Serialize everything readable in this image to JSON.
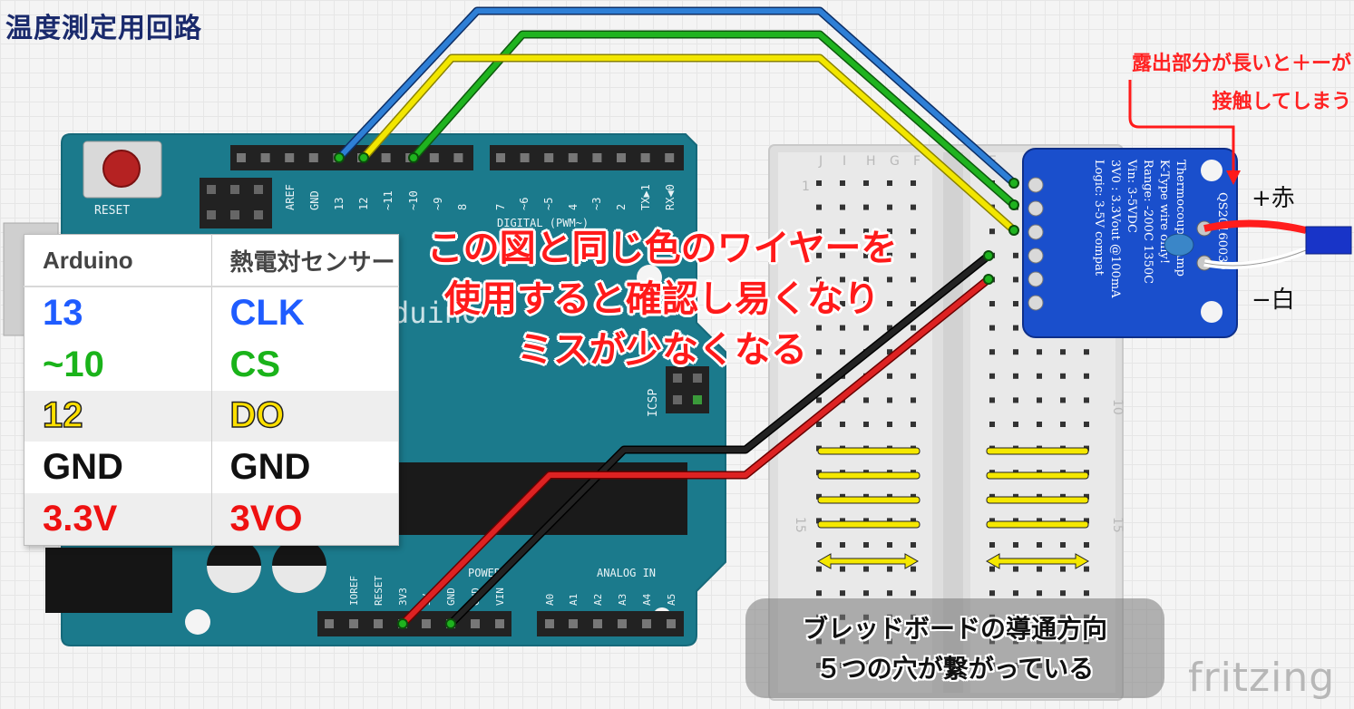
{
  "title": "温度測定用回路",
  "arduino": {
    "reset_label": "RESET",
    "top_header_pins": [
      "AREF",
      "GND",
      "13",
      "12",
      "~11",
      "~10",
      "~9",
      "8",
      "7",
      "~6",
      "~5",
      "4",
      "~3",
      "2",
      "TX▶1",
      "RX◀0"
    ],
    "digital_label": "DIGITAL (PWM~)",
    "brand_partial": "duino",
    "icsp_label": "ICSP",
    "power_pins": [
      "IOREF",
      "RESET",
      "3V3",
      "5V",
      "GND",
      "GND",
      "VIN"
    ],
    "power_label": "POWER",
    "analog_pins": [
      "A0",
      "A1",
      "A2",
      "A3",
      "A4",
      "A5"
    ],
    "analog_label": "ANALOG IN"
  },
  "breadboard": {
    "column_letters": [
      "J",
      "I",
      "H",
      "G",
      "F",
      "E"
    ],
    "row_numbers": [
      "1",
      "10",
      "15"
    ]
  },
  "sensor": {
    "lines": [
      "Thermocouple Amp",
      "K-Type wire only!",
      "Range: -200C 1350C",
      "Vin: 3-5VDC",
      "3V0 : 3.3Vout @100mA",
      "Logic: 3-5V compat"
    ],
    "chip_label": "QS20160039",
    "plus_label": "+赤",
    "minus_label": "−白"
  },
  "wiring_table": {
    "headers": [
      "Arduino",
      "熱電対センサー"
    ],
    "rows": [
      {
        "arduino": "13",
        "sensor": "CLK",
        "color": "#1f5cff"
      },
      {
        "arduino": "~10",
        "sensor": "CS",
        "color": "#1ab31a"
      },
      {
        "arduino": "12",
        "sensor": "DO",
        "color": "#ffe000"
      },
      {
        "arduino": "GND",
        "sensor": "GND",
        "color": "#111111"
      },
      {
        "arduino": "3.3V",
        "sensor": "3VO",
        "color": "#ee1111"
      }
    ]
  },
  "callouts": {
    "exposed_line1": "露出部分が長いと＋ーが",
    "exposed_line2": "接触してしまう",
    "tip_line1": "この図と同じ色のワイヤーを",
    "tip_line2": "使用すると確認し易くなり",
    "tip_line3": "ミスが少なくなる",
    "bb_line1": "ブレッドボードの導通方向",
    "bb_line2": "５つの穴が繋がっている"
  },
  "watermark": "fritzing",
  "colors": {
    "board": "#1b7a8c",
    "wire_blue": "#2e7fd6",
    "wire_green": "#1fb31f",
    "wire_yellow": "#f2e600",
    "wire_black": "#111111",
    "wire_red": "#dd2222",
    "sensor_board": "#1a4fcc"
  }
}
